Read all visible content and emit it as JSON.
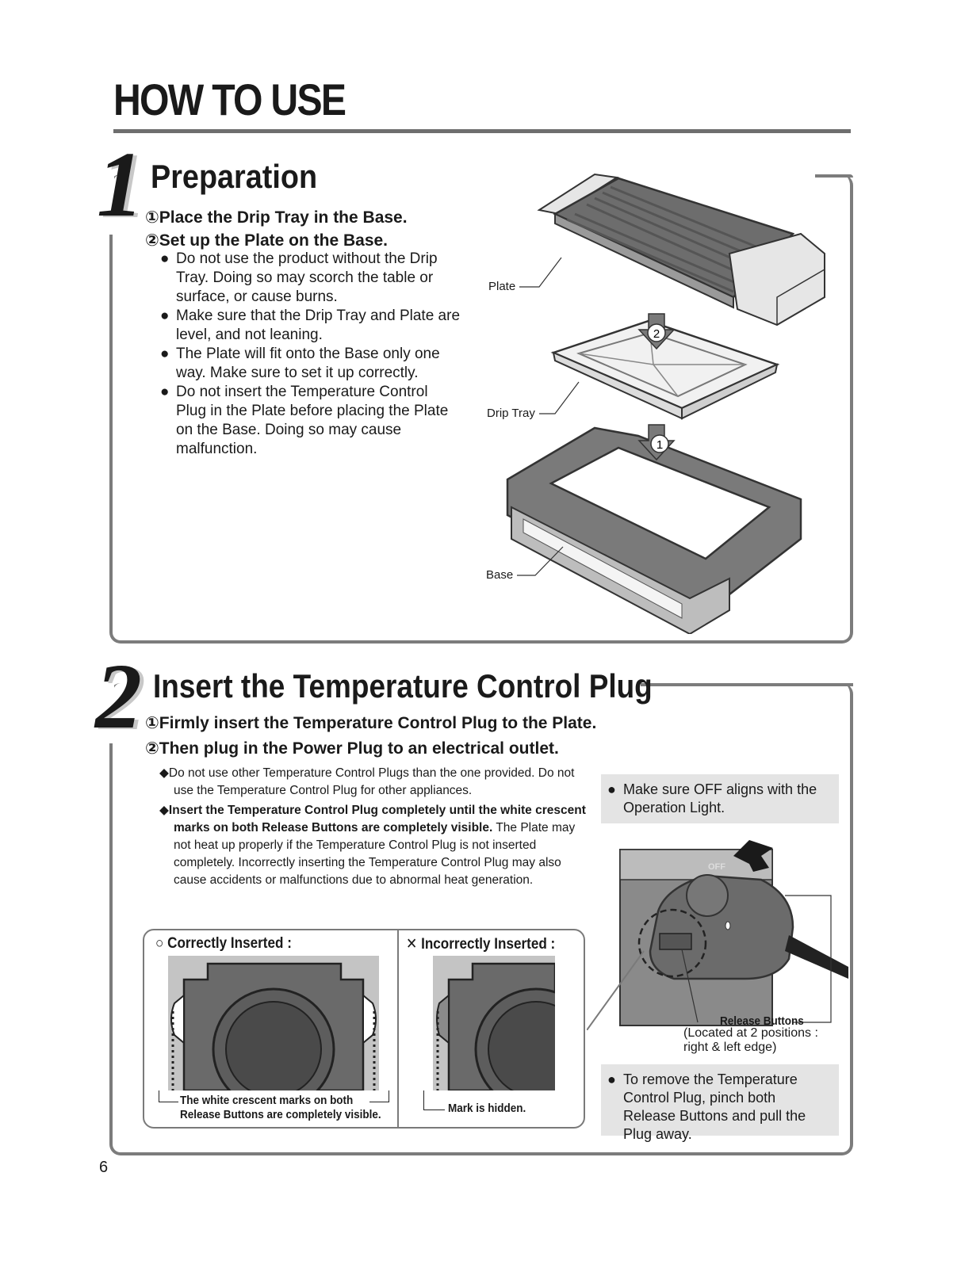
{
  "header": {
    "title": "HOW TO USE"
  },
  "step1": {
    "number": "1",
    "heading": "Preparation",
    "steps": [
      "①Place the Drip Tray in the Base.",
      "②Set up the Plate on the Base."
    ],
    "bullets": [
      "Do not use the product without the Drip Tray. Doing so may scorch the table or surface, or cause burns.",
      "Make sure that the Drip Tray and Plate are level, and not leaning.",
      "The Plate will fit onto the Base only one way. Make sure to set it up correctly.",
      "Do not insert the Temperature Control Plug in the Plate before placing the Plate on the Base. Doing so may cause malfunction."
    ],
    "bullet_symbol": "●",
    "diagram": {
      "labels": {
        "plate": "Plate",
        "drip_tray": "Drip Tray",
        "base": "Base"
      },
      "markers": {
        "first": "1",
        "second": "2"
      }
    }
  },
  "step2": {
    "number": "2",
    "heading": "Insert the Temperature Control Plug",
    "steps": [
      "①Firmly insert the Temperature Control Plug to the Plate.",
      "②Then plug in the Power Plug to an electrical outlet."
    ],
    "note_symbol": "◆",
    "note1": "Do not use other Temperature Control Plugs than the one provided. Do not use the Temperature Control Plug for other appliances.",
    "note2_bold": "Insert the Temperature Control Plug completely until the white crescent marks on both Release Buttons are completely visible.",
    "note2_rest": "The Plate may not heat up properly if the Temperature Control Plug is not inserted completely. Incorrectly inserting the Temperature Control Plug may also cause accidents or malfunctions due to abnormal heat generation.",
    "off_box": "Make sure OFF aligns with the Operation Light.",
    "dial_label": "OFF",
    "release_label": "Release Buttons",
    "release_location": "(Located at 2 positions : right & left edge)",
    "remove_box": "To remove the Temperature Control Plug, pinch both Release Buttons and pull the Plug away.",
    "correct": {
      "symbol": "○",
      "label": "Correctly Inserted :",
      "note": "The white crescent marks on both Release Buttons are completely visible."
    },
    "incorrect": {
      "symbol": "✕",
      "label": "Incorrectly Inserted :",
      "note": "Mark is hidden."
    }
  },
  "page_number": "6"
}
